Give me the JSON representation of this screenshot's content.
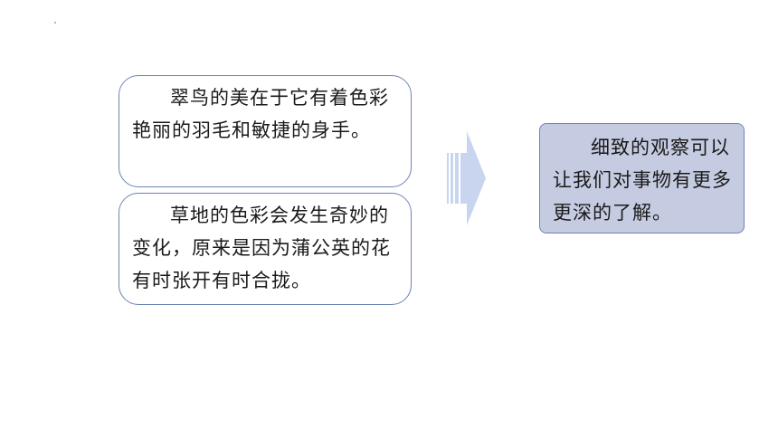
{
  "slide": {
    "box1_text": "翠鸟的美在于它有着色彩艳丽的羽毛和敏捷的身手。",
    "box2_text": "草地的色彩会发生奇妙的变化，原来是因为蒲公英的花有时张开有时合拢。",
    "conclusion_text": "细致的观察可以让我们对事物有更多更深的了解。"
  },
  "colors": {
    "border": "#6d84b4",
    "conclusion_bg": "#c5cce1",
    "arrow": "#c9d5ef"
  },
  "icons": {
    "arrow": "right-arrow-icon"
  }
}
